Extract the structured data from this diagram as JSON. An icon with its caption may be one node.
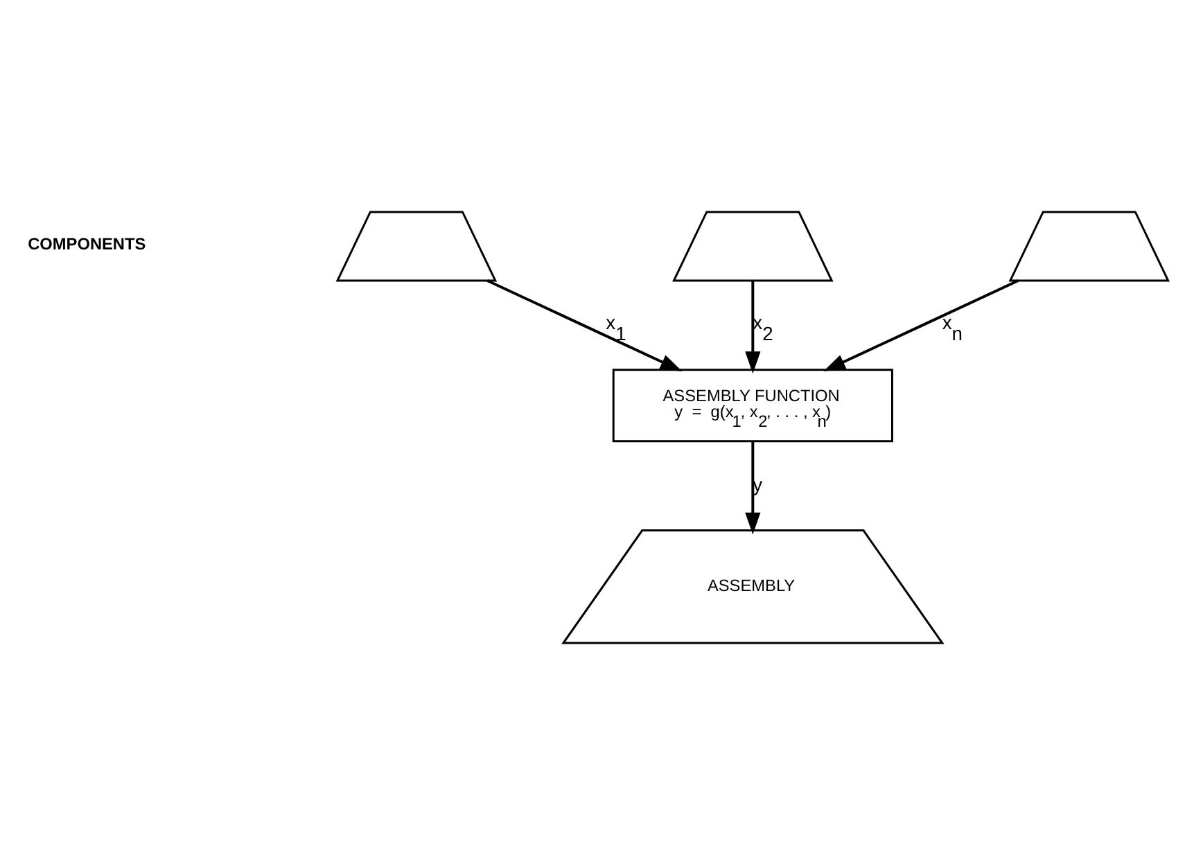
{
  "diagram": {
    "nodes": [
      {
        "text": [],
        "shape": "picture"
      },
      {
        "text": [],
        "shape": "picture"
      },
      {
        "text": [],
        "shape": "picture"
      },
      {
        "text": [
          "ASSEMBLY FUNCTION",
          "y  =  g(x$_{1}$, x$_{2}$, . . . , x$_{n}$)"
        ]
      },
      {
        "text": [
          "ASSEMBLY"
        ]
      }
    ],
    "edges": [
      {
        "from": 0,
        "to": 3,
        "arrow": "to",
        "label": "x$_{1}$"
      },
      {
        "from": 1,
        "to": 3,
        "arrow": "to",
        "label": "x$_{2}$"
      },
      {
        "from": 2,
        "to": 3,
        "arrow": "to",
        "label": "x$_{n}$"
      },
      {
        "from": 3,
        "to": 4,
        "arrow": "to",
        "label": "y"
      }
    ],
    "labels": [
      "COMPONENTS"
    ]
  }
}
